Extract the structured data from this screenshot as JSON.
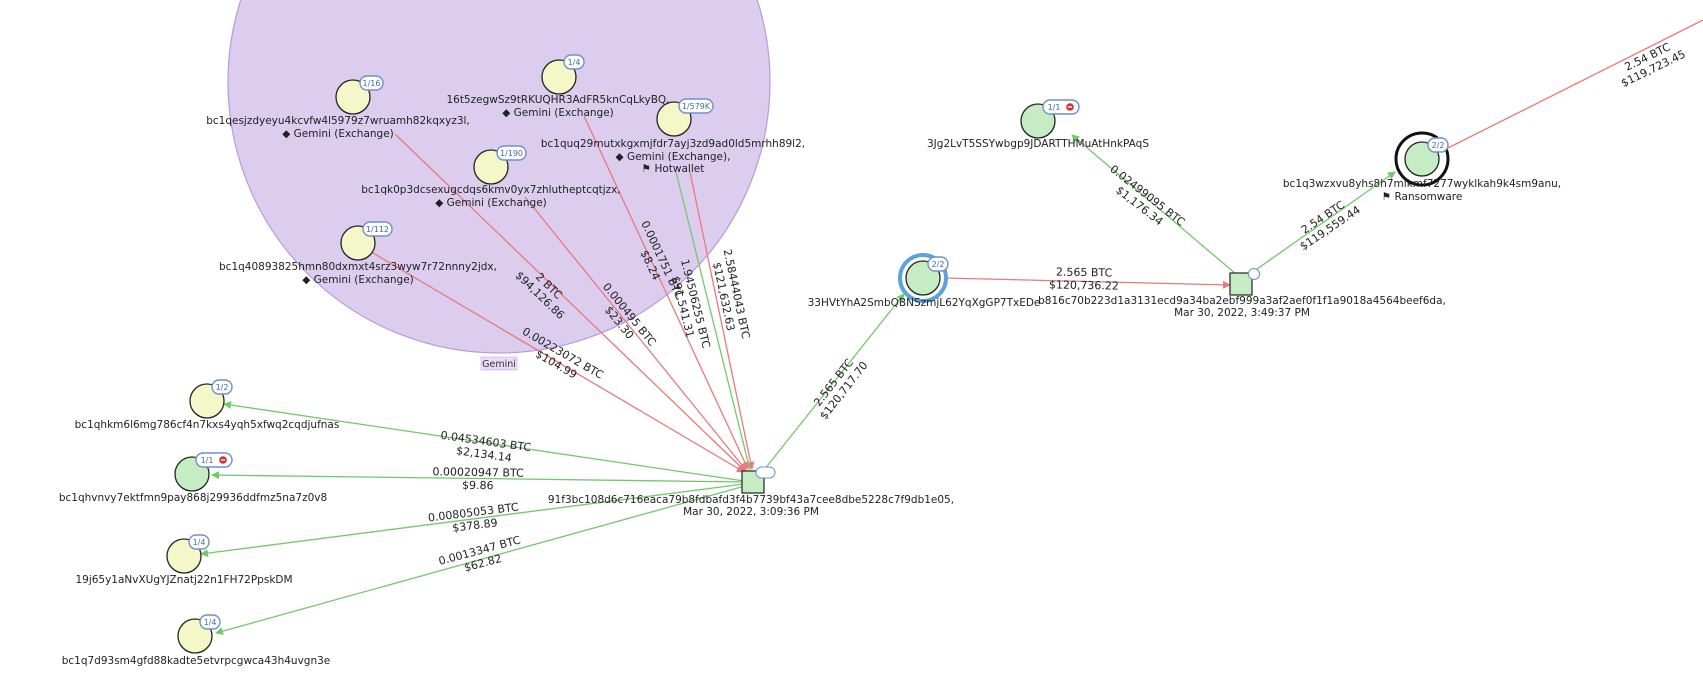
{
  "colors": {
    "edge_out": "#72c96a",
    "edge_in": "#ea7a7a",
    "node_yellow": "#f4f8c9",
    "node_green": "#c6ecc4",
    "cluster_fill": "#dcccee",
    "cluster_stroke": "#b79ae0",
    "badge_stroke": "#6f8fcf",
    "ring_blue": "#5aa3dc",
    "alert_red": "#d83030"
  },
  "cluster": {
    "label": "Gemini"
  },
  "transactions": {
    "tx1": {
      "hash": "91f3bc108d6c716eaca79b8fdbafd3f4b7739bf43a7cee8dbe5228c7f9db1e05,",
      "time": "Mar 30, 2022, 3:09:36 PM"
    },
    "tx2": {
      "hash": "b816c70b223d1a3131ecd9a34ba2ebf999a3af2aef0f1f1a9018a4564beef6da,",
      "time": "Mar 30, 2022, 3:49:37 PM"
    }
  },
  "addresses": {
    "a16": {
      "badge": "1/16",
      "line1": "bc1qesjzdyeyu4kcvfw4l5979z7wruamh82kqxyz3l,",
      "line2": "Gemini (Exchange)"
    },
    "a14g": {
      "badge": "1/4",
      "line1": "16t5zegwSz9tRKUQHR3AdFR5knCqLkyBQ,",
      "line2": "Gemini (Exchange)"
    },
    "a1579": {
      "badge": "1/579K",
      "line1": "bc1quq29mutxkgxmjfdr7ayj3zd9ad0ld5mrhh89l2,",
      "line2": "Gemini (Exchange),",
      "line3": "Hotwallet"
    },
    "a190": {
      "badge": "1/190",
      "line1": "bc1qk0p3dcsexugcdqs6kmv0yx7zhlutheptcqtjzx,",
      "line2": "Gemini (Exchange)"
    },
    "a112": {
      "badge": "1/112",
      "line1": "bc1q40893825hmn80dxmxt4srz3wyw7r72nnny2jdx,",
      "line2": "Gemini (Exchange)"
    },
    "o12": {
      "badge": "1/2",
      "line1": "bc1qhkm6l6mg786cf4n7kxs4yqh5xfwq2cqdjufnas"
    },
    "o11": {
      "badge": "1/1",
      "line1": "bc1qhvnvy7ektfmn9pay868j29936ddfmz5na7z0v8"
    },
    "o14a": {
      "badge": "1/4",
      "line1": "19j65y1aNvXUgYJZnatj22n1FH72PpskDM"
    },
    "o14b": {
      "badge": "1/4",
      "line1": "bc1q7d93sm4gfd88kadte5etvrpcgwca43h4uvgn3e"
    },
    "m22": {
      "badge": "2/2",
      "line1": "33HVtYhA2SmbQBNSzmjL62YqXgGP7TxEDe"
    },
    "r11": {
      "badge": "1/1",
      "line1": "3Jg2LvT5SSYwbgp9JDARTTHMuAtHnkPAqS"
    },
    "ran": {
      "badge": "2/2",
      "line1": "bc1q3wzxvu8yhs8h7mlkmf7277wyklkah9k4sm9anu,",
      "line2": "Ransomware"
    }
  },
  "edges": {
    "e1": {
      "btc": "0.00223072 BTC",
      "usd": "$104.99"
    },
    "e2": {
      "btc": "2 BTC",
      "usd": "$94,126.86"
    },
    "e3": {
      "btc": "0.000495 BTC",
      "usd": "$23.30"
    },
    "e4": {
      "btc": "0.0001751 BTC",
      "usd": "$8.24"
    },
    "e5": {
      "btc": "1.94506255 BTC",
      "usd": "$91,541.31"
    },
    "e6": {
      "btc": "2.58444043 BTC",
      "usd": "$121,632.63"
    },
    "e7": {
      "btc": "0.04534603 BTC",
      "usd": "$2,134.14"
    },
    "e8": {
      "btc": "0.00020947 BTC",
      "usd": "$9.86"
    },
    "e9": {
      "btc": "0.00805053 BTC",
      "usd": "$378.89"
    },
    "e10": {
      "btc": "0.0013347 BTC",
      "usd": "$62.82"
    },
    "e11": {
      "btc": "2.565 BTC",
      "usd": "$120,717.70"
    },
    "e12": {
      "btc": "2.565 BTC",
      "usd": "$120,736.22"
    },
    "e13": {
      "btc": "0.02499095 BTC",
      "usd": "$1,176.34"
    },
    "e14": {
      "btc": "2.54 BTC",
      "usd": "$119,559.44"
    },
    "e15": {
      "btc": "2.54 BTC",
      "usd": "$119,723.45"
    }
  }
}
